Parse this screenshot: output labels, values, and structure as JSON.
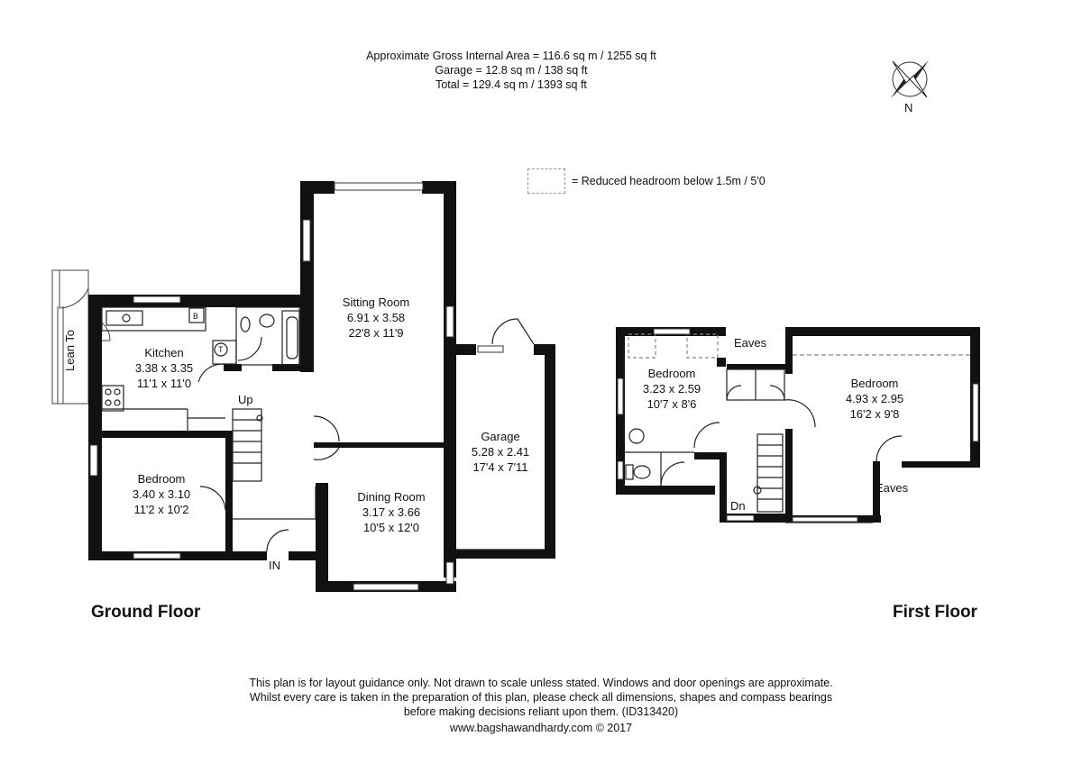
{
  "header": {
    "area_line": "Approximate Gross Internal Area = 116.6 sq m / 1255 sq ft",
    "garage_line": "Garage = 12.8 sq m / 138 sq ft",
    "total_line": "Total = 129.4 sq m / 1393 sq ft"
  },
  "compass": {
    "label": "N"
  },
  "legend": {
    "text": "= Reduced headroom below 1.5m / 5'0"
  },
  "ground_floor": {
    "title": "Ground Floor",
    "lean_to": "Lean To",
    "kitchen": {
      "name": "Kitchen",
      "metric": "3.38 x 3.35",
      "imperial": "11'1 x 11'0"
    },
    "sitting": {
      "name": "Sitting Room",
      "metric": "6.91 x 3.58",
      "imperial": "22'8 x 11'9"
    },
    "bedroom": {
      "name": "Bedroom",
      "metric": "3.40 x 3.10",
      "imperial": "11'2 x 10'2"
    },
    "dining": {
      "name": "Dining Room",
      "metric": "3.17 x 3.66",
      "imperial": "10'5 x 12'0"
    },
    "garage": {
      "name": "Garage",
      "metric": "5.28 x 2.41",
      "imperial": "17'4 x 7'11"
    },
    "up": "Up",
    "entry": "IN",
    "boiler": "B",
    "tank": "T"
  },
  "first_floor": {
    "title": "First Floor",
    "bedroom1": {
      "name": "Bedroom",
      "metric": "3.23 x 2.59",
      "imperial": "10'7 x 8'6"
    },
    "bedroom2": {
      "name": "Bedroom",
      "metric": "4.93 x 2.95",
      "imperial": "16'2 x 9'8"
    },
    "eaves_top": "Eaves",
    "eaves_bottom": "Eaves",
    "down": "Dn"
  },
  "footer": {
    "line1": "This plan is for layout guidance only. Not drawn to scale unless stated. Windows and door openings are approximate.",
    "line2": "Whilst every care is taken in the preparation of this plan, please check all dimensions, shapes and compass bearings",
    "line3": "before making decisions reliant upon them. (ID313420)",
    "line4": "www.bagshawandhardy.com © 2017"
  }
}
